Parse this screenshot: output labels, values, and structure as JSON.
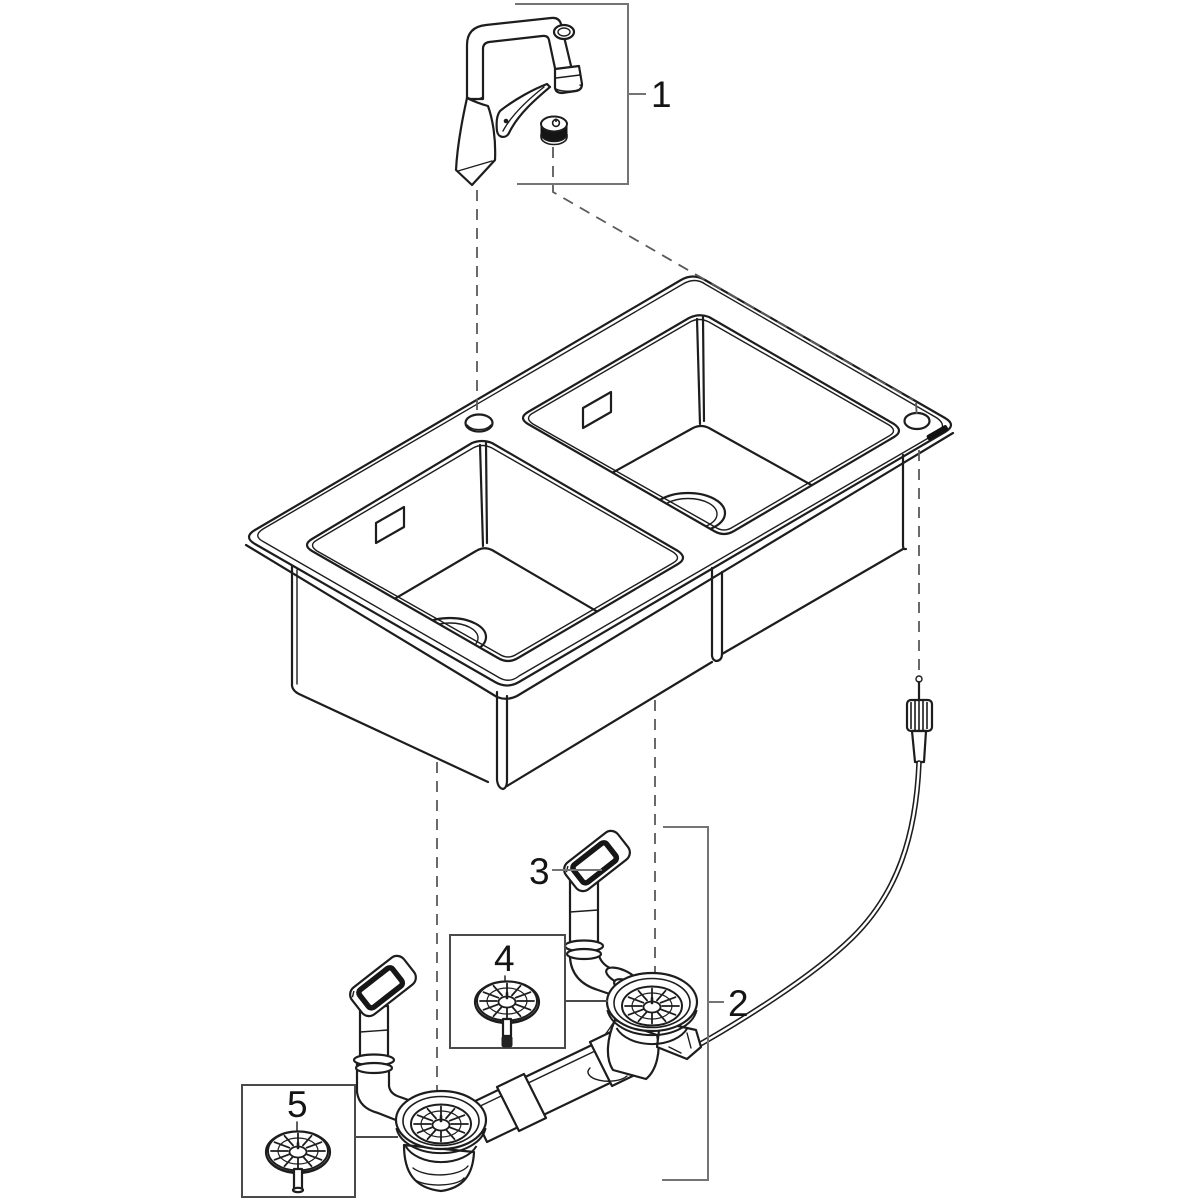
{
  "diagram": {
    "background_color": "#ffffff",
    "line_color": "#1d1d1d",
    "callout_line_color": "#747474",
    "badge_color": "#111111",
    "callouts": [
      {
        "number": "1",
        "points_to": "kitchen-faucet-with-select-button"
      },
      {
        "number": "2",
        "points_to": "drain-waste-assembly"
      },
      {
        "number": "3",
        "points_to": "overflow-standpipe"
      },
      {
        "number": "4",
        "points_to": "strainer-basket-threaded"
      },
      {
        "number": "5",
        "points_to": "strainer-basket-plain"
      }
    ]
  }
}
